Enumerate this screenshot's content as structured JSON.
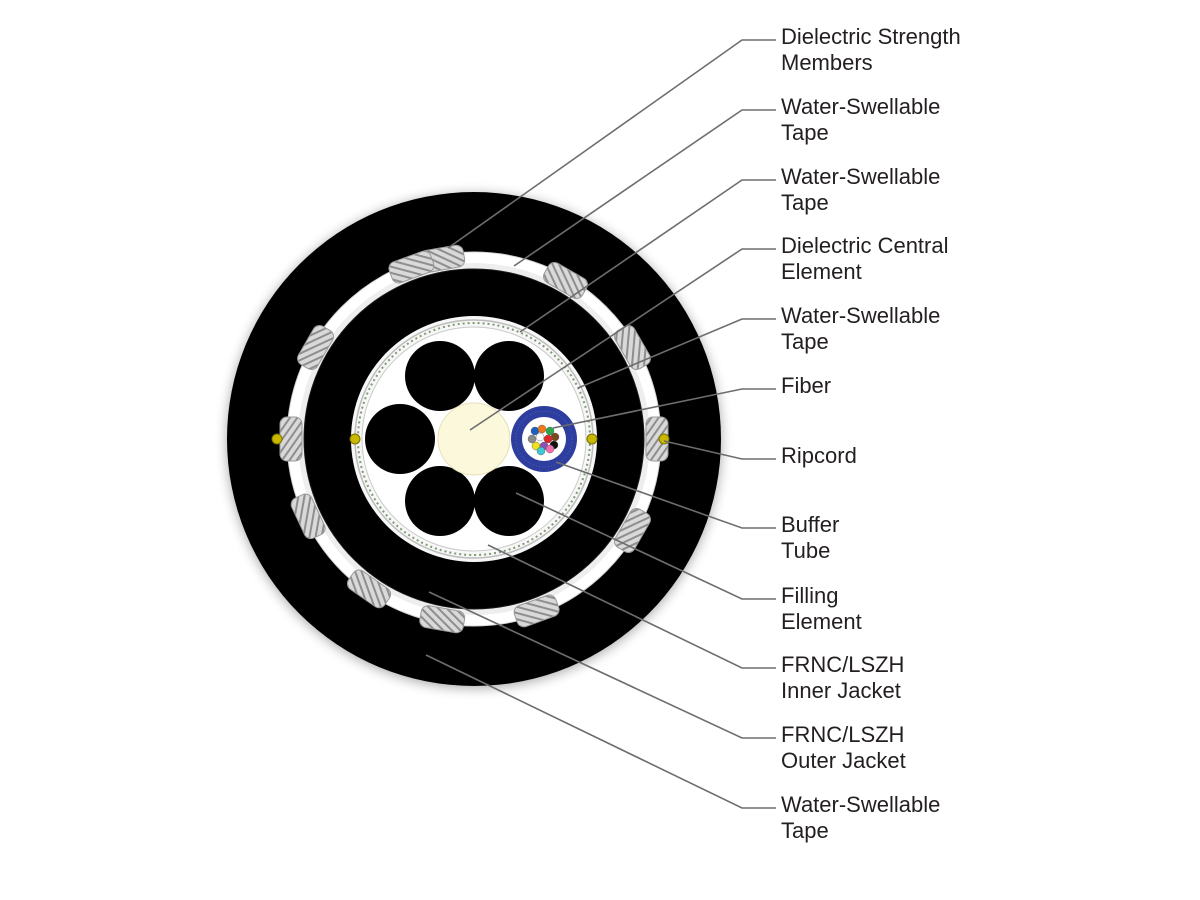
{
  "diagram": {
    "colors": {
      "jacket": "#000000",
      "tape": "#ffffff",
      "strength_member": "#b8b8b8",
      "central_element": "#fbf8dc",
      "buffer_tube": "#2d3e9e",
      "ripcord": "#c8b800",
      "leader_line": "#6d6d6d",
      "text": "#231f20"
    },
    "fiber_colors": [
      "#1f5fbf",
      "#f07a1a",
      "#2aa84a",
      "#7a4a1e",
      "#8a8a8a",
      "#ffffff",
      "#e0242a",
      "#111111",
      "#f1e21a",
      "#8d4fb8",
      "#f06fae",
      "#3fc7d4"
    ],
    "callouts": [
      {
        "id": "dielectric-strength-members",
        "lines": [
          "Dielectric Strength",
          "Members"
        ]
      },
      {
        "id": "water-swellable-tape-outer",
        "lines": [
          "Water-Swellable",
          "Tape"
        ]
      },
      {
        "id": "water-swellable-tape-middle",
        "lines": [
          "Water-Swellable",
          "Tape"
        ]
      },
      {
        "id": "dielectric-central-element",
        "lines": [
          "Dielectric Central",
          "Element"
        ]
      },
      {
        "id": "water-swellable-tape-inner",
        "lines": [
          "Water-Swellable",
          "Tape"
        ]
      },
      {
        "id": "fiber",
        "lines": [
          "Fiber"
        ]
      },
      {
        "id": "ripcord",
        "lines": [
          "Ripcord"
        ]
      },
      {
        "id": "buffer-tube",
        "lines": [
          "Buffer",
          "Tube"
        ]
      },
      {
        "id": "filling-element",
        "lines": [
          "Filling",
          "Element"
        ]
      },
      {
        "id": "inner-jacket",
        "lines": [
          "FRNC/LSZH",
          "Inner Jacket"
        ]
      },
      {
        "id": "outer-jacket",
        "lines": [
          "FRNC/LSZH",
          "Outer Jacket"
        ]
      },
      {
        "id": "water-swellable-tape-core",
        "lines": [
          "Water-Swellable",
          "Tape"
        ]
      }
    ]
  }
}
